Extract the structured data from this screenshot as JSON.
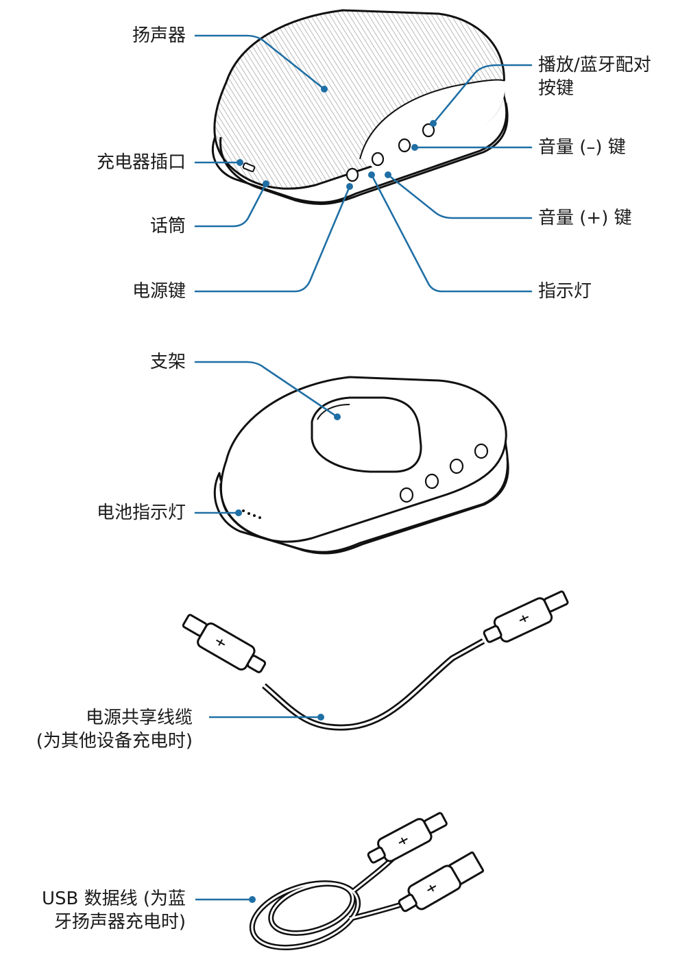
{
  "colors": {
    "callout": "#1f6fa5",
    "outline": "#111111",
    "shell": "#ffffff",
    "grille": "#9a9a9a"
  },
  "labels": {
    "speaker": "扬声器",
    "play_pair_button": "播放/蓝牙配对\n按键",
    "charger_port": "充电器插口",
    "volume_down_key": "音量 (–) 键",
    "microphone": "话筒",
    "volume_up_key": "音量 (+) 键",
    "power_key": "电源键",
    "indicator_light": "指示灯",
    "stand": "支架",
    "battery_indicator": "电池指示灯",
    "power_share_cable": "电源共享线缆\n(为其他设备充电时)",
    "usb_cable": "USB 数据线 (为蓝\n牙扬声器充电时)"
  }
}
